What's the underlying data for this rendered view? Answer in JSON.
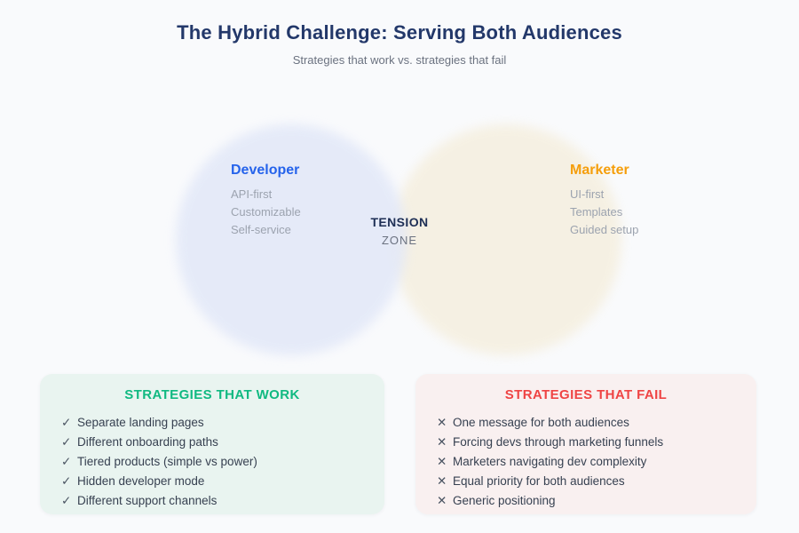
{
  "header": {
    "title": "The Hybrid Challenge: Serving Both Audiences",
    "subtitle": "Strategies that work vs. strategies that fail"
  },
  "venn": {
    "developer": {
      "label": "Developer",
      "label_color": "#2563eb",
      "circle_color": "#e2e8f8",
      "items": [
        "API-first",
        "Customizable",
        "Self-service"
      ]
    },
    "marketer": {
      "label": "Marketer",
      "label_color": "#f59e0b",
      "circle_color": "#f5efdf",
      "items": [
        "UI-first",
        "Templates",
        "Guided setup"
      ]
    },
    "center": {
      "line1": "TENSION",
      "line2": "ZONE"
    }
  },
  "panels": {
    "work": {
      "title": "STRATEGIES THAT WORK",
      "title_color": "#10b981",
      "bg_color": "#e9f4f0",
      "marker": "✓",
      "items": [
        "Separate landing pages",
        "Different onboarding paths",
        "Tiered products (simple vs power)",
        "Hidden developer mode",
        "Different support channels"
      ]
    },
    "fail": {
      "title": "STRATEGIES THAT FAIL",
      "title_color": "#ef4444",
      "bg_color": "#f9f0f0",
      "marker": "✕",
      "items": [
        "One message for both audiences",
        "Forcing devs through marketing funnels",
        "Marketers navigating dev complexity",
        "Equal priority for both audiences",
        "Generic positioning"
      ]
    }
  }
}
